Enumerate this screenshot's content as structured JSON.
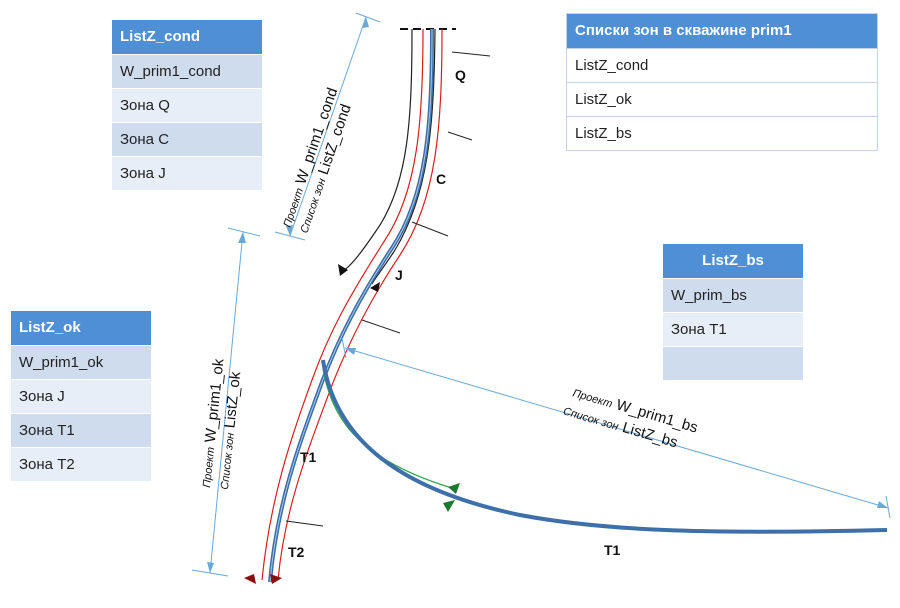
{
  "table_cond": {
    "title": "ListZ_cond",
    "rows": [
      "W_prim1_cond",
      "Зона Q",
      "Зона C",
      "Зона J"
    ]
  },
  "table_ok": {
    "title": "ListZ_ok",
    "rows": [
      "W_prim1_ok",
      "Зона J",
      "Зона T1",
      "Зона T2"
    ]
  },
  "table_bs": {
    "title": "ListZ_bs",
    "rows": [
      "W_prim_bs",
      "Зона T1",
      ""
    ]
  },
  "table_lists": {
    "title": "Списки зон в скважине prim1",
    "rows": [
      "ListZ_cond",
      "ListZ_ok",
      "ListZ_bs"
    ]
  },
  "zones": {
    "q": "Q",
    "c": "C",
    "j": "J",
    "t1_main": "T1",
    "t2": "T2",
    "t1_side": "T1"
  },
  "dim_cond": {
    "line1_italic": "Проект",
    "line1_name": "W_prim1_cond",
    "line2_italic": "Список зон",
    "line2_name": "ListZ_cond"
  },
  "dim_ok": {
    "line1_italic": "Проект",
    "line1_name": "W_prim1_ok",
    "line2_italic": "Список зон",
    "line2_name": "ListZ_ok"
  },
  "dim_bs": {
    "line1_italic": "Проект",
    "line1_name": "W_prim1_bs",
    "line2_italic": "Список зон",
    "line2_name": "ListZ_bs"
  },
  "colors": {
    "header": "#4f8fd6",
    "row_dark": "#cfdcee",
    "row_light": "#e8eef7",
    "well": "#3d6fa8",
    "casing_red": "#d42020",
    "green": "#2ea84a",
    "dim_line": "#6aa8d8"
  }
}
